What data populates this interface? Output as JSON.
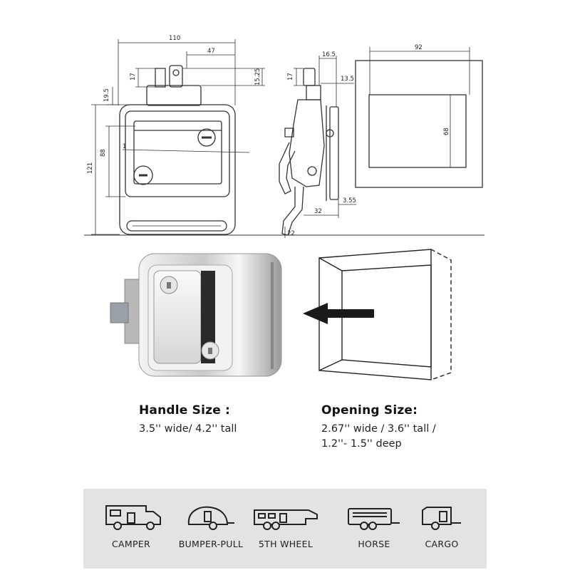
{
  "drawing": {
    "front_dims": {
      "width": "110",
      "bolt_offset": "47",
      "bolt_height": "17",
      "top_height": "19.5",
      "body_height": "88",
      "total_height": "121",
      "pin": "15.25"
    },
    "side_dims": {
      "depth": "16.5",
      "bolt_height": "17",
      "offset": "13.5",
      "flange": "32",
      "thickness": "3.55",
      "bottom": "22"
    },
    "cutout_dims": {
      "width": "92",
      "height": "68"
    },
    "label": "1"
  },
  "handle": {
    "title": "Handle Size :",
    "line1": "3.5'' wide/ 4.2'' tall"
  },
  "opening": {
    "title": "Opening Size:",
    "line1": "2.67'' wide / 3.6'' tall /",
    "line2": "1.2''- 1.5'' deep"
  },
  "vehicles": [
    {
      "label": "CAMPER",
      "icon": "camper-icon"
    },
    {
      "label": "BUMPER-PULL",
      "icon": "bumper-pull-trailer-icon"
    },
    {
      "label": "5TH WHEEL",
      "icon": "fifth-wheel-trailer-icon"
    },
    {
      "label": "HORSE",
      "icon": "horse-trailer-icon"
    },
    {
      "label": "CARGO",
      "icon": "cargo-trailer-icon"
    }
  ],
  "colors": {
    "line": "#333333",
    "chrome": "#d8d8d8",
    "bar": "#e3e3e3"
  }
}
